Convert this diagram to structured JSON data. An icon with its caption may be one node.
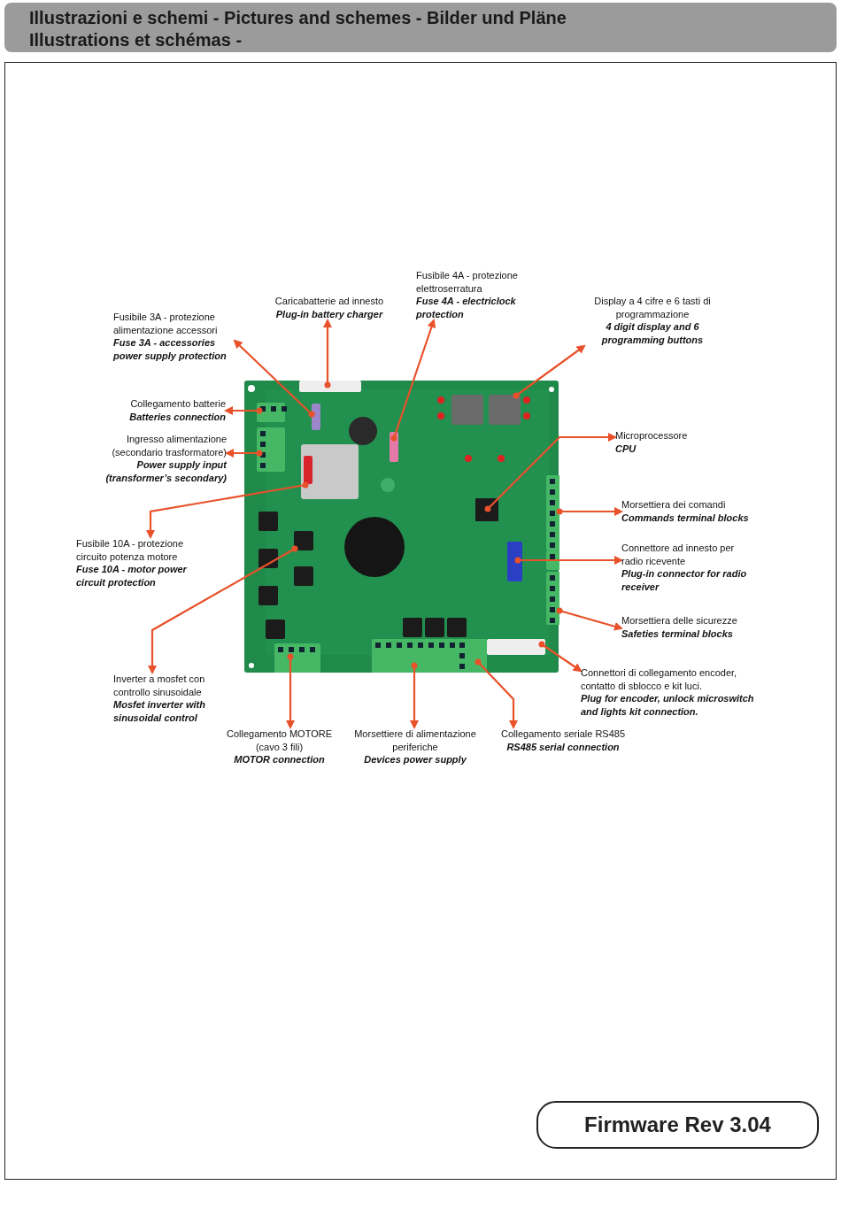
{
  "diagram": {
    "title": "Illustrazioni e schemi -  Pictures and schemes - Bilder und Pläne Illustrations et schémas -",
    "nodes": [
      {
        "text": [
          "Fusibile 3A - protezione alimentazione accessori",
          "Fuse 3A - accessories power supply protection"
        ]
      },
      {
        "text": [
          "Caricabatterie ad innesto",
          "Plug-in battery charger"
        ]
      },
      {
        "text": [
          "Fusibile 4A - protezione elettroserratura",
          "Fuse 4A - electriclock protection"
        ]
      },
      {
        "text": [
          "Display a 4 cifre e  6 tasti di programmazione",
          "4 digit display and 6 programming buttons"
        ]
      },
      {
        "text": [
          "Collegamento batterie",
          "Batteries connection"
        ]
      },
      {
        "text": [
          "Ingresso alimentazione (secondario trasformatore)",
          "Power supply input (transformer’s secondary)"
        ]
      },
      {
        "text": [
          "Microprocessore",
          "CPU"
        ]
      },
      {
        "text": [
          "Fusibile 10A - protezione circuito potenza motore",
          "Fuse 10A - motor power circuit protection"
        ]
      },
      {
        "text": [
          "Morsettiera dei  comandi",
          "Commands terminal blocks"
        ]
      },
      {
        "text": [
          "Connettore ad innesto per radio ricevente",
          "Plug-in connector for radio receiver"
        ]
      },
      {
        "text": [
          "Morsettiera delle sicurezze",
          "Safeties terminal blocks"
        ]
      },
      {
        "text": [
          "Inverter a mosfet con controllo sinusoidale",
          "Mosfet inverter with sinusoidal control"
        ]
      },
      {
        "text": [
          "Connettori di collegamento encoder, contatto di sblocco e kit luci.",
          "Plug for encoder, unlock microswitch and lights kit connection."
        ]
      },
      {
        "text": [
          "Collegamento MOTORE (cavo 3 fili)",
          "MOTOR connection"
        ]
      },
      {
        "text": [
          "Morsettiere di alimentazione periferiche",
          "Devices power supply"
        ]
      },
      {
        "text": [
          "Collegamento seriale RS485",
          "RS485 serial connection"
        ]
      },
      {
        "text": [],
        "shape": "picture"
      },
      {
        "text": [
          "Firmware Rev 3.04"
        ]
      }
    ],
    "edges": [
      {
        "from": 16,
        "to": 0,
        "arrow": "to"
      },
      {
        "from": 16,
        "to": 1,
        "arrow": "to"
      },
      {
        "from": 16,
        "to": 2,
        "arrow": "to"
      },
      {
        "from": 16,
        "to": 3,
        "arrow": "to"
      },
      {
        "from": 16,
        "to": 4,
        "arrow": "to"
      },
      {
        "from": 16,
        "to": 5,
        "arrow": "to"
      },
      {
        "from": 16,
        "to": 6,
        "arrow": "to"
      },
      {
        "from": 16,
        "to": 7,
        "arrow": "to"
      },
      {
        "from": 16,
        "to": 8,
        "arrow": "to"
      },
      {
        "from": 16,
        "to": 9,
        "arrow": "to"
      },
      {
        "from": 16,
        "to": 10,
        "arrow": "to"
      },
      {
        "from": 16,
        "to": 11,
        "arrow": "to"
      },
      {
        "from": 16,
        "to": 12,
        "arrow": "to"
      },
      {
        "from": 16,
        "to": 13,
        "arrow": "to"
      },
      {
        "from": 16,
        "to": 14,
        "arrow": "to"
      },
      {
        "from": 16,
        "to": 15,
        "arrow": "to"
      }
    ]
  }
}
